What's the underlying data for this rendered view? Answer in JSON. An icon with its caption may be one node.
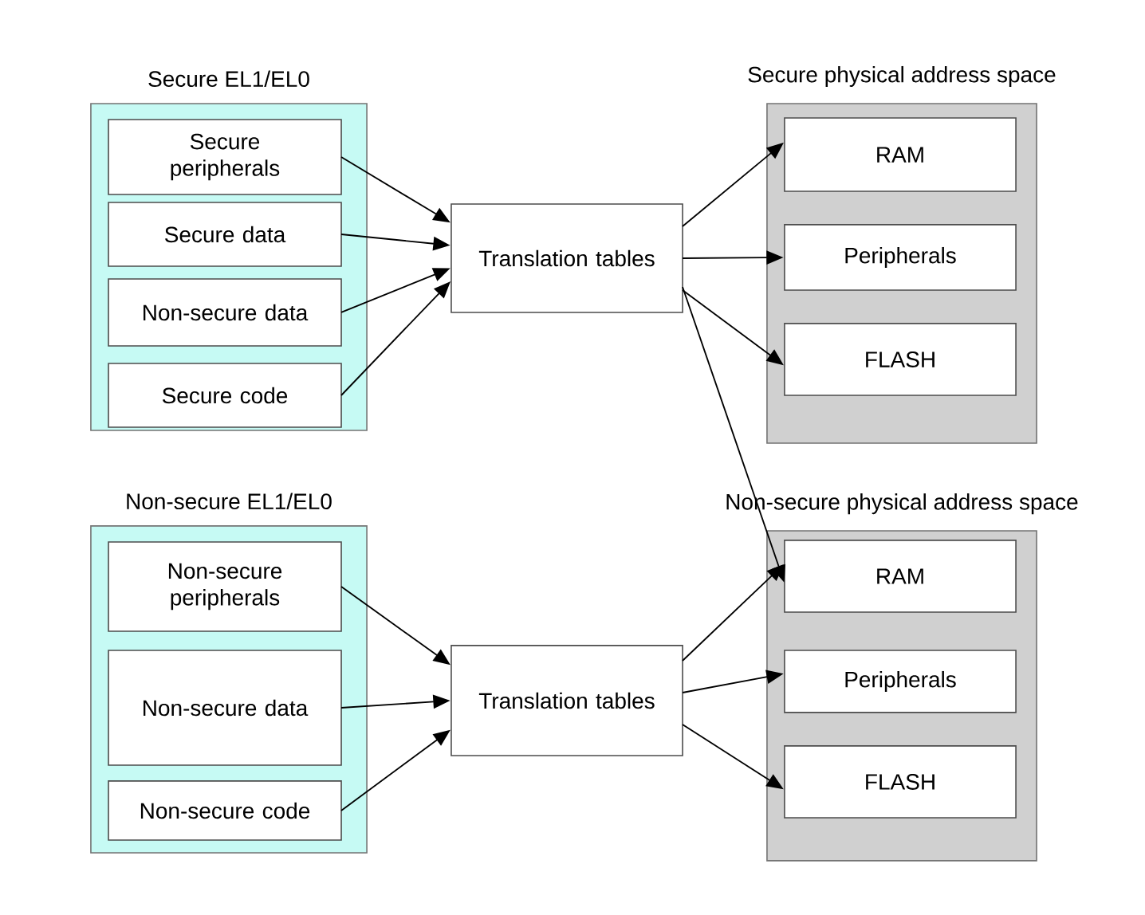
{
  "diagram": {
    "nodes": [
      {
        "text": [
          "Secure EL1/EL0"
        ]
      },
      {
        "text": [
          "Secure peripherals"
        ],
        "in": 0
      },
      {
        "text": [
          "Secure data"
        ],
        "in": 0
      },
      {
        "text": [
          "Non-secure data"
        ],
        "in": 0
      },
      {
        "text": [
          "Secure code"
        ],
        "in": 0
      },
      {
        "text": [
          "Translation tables"
        ]
      },
      {
        "text": [
          "Secure physical address space"
        ]
      },
      {
        "text": [
          "RAM"
        ],
        "in": 6
      },
      {
        "text": [
          "Peripherals"
        ],
        "in": 6
      },
      {
        "text": [
          "FLASH"
        ],
        "in": 6
      },
      {
        "text": [
          "Non-secure EL1/EL0"
        ]
      },
      {
        "text": [
          "Non-secure peripherals"
        ],
        "in": 10
      },
      {
        "text": [
          "Non-secure data"
        ],
        "in": 10
      },
      {
        "text": [
          "Non-secure code"
        ],
        "in": 10
      },
      {
        "text": [
          "Translation tables"
        ]
      },
      {
        "text": [
          "Non-secure physical address space"
        ]
      },
      {
        "text": [
          "RAM"
        ],
        "in": 15
      },
      {
        "text": [
          "Peripherals"
        ],
        "in": 15
      },
      {
        "text": [
          "FLASH"
        ],
        "in": 15
      }
    ],
    "edges": [
      {
        "from": 1,
        "to": 5,
        "arrow": "to"
      },
      {
        "from": 2,
        "to": 5,
        "arrow": "to"
      },
      {
        "from": 3,
        "to": 5,
        "arrow": "to"
      },
      {
        "from": 4,
        "to": 5,
        "arrow": "to"
      },
      {
        "from": 5,
        "to": 7,
        "arrow": "to"
      },
      {
        "from": 5,
        "to": 8,
        "arrow": "to"
      },
      {
        "from": 5,
        "to": 9,
        "arrow": "to"
      },
      {
        "from": 5,
        "to": 16,
        "arrow": "to"
      },
      {
        "from": 11,
        "to": 14,
        "arrow": "to"
      },
      {
        "from": 12,
        "to": 14,
        "arrow": "to"
      },
      {
        "from": 13,
        "to": 14,
        "arrow": "to"
      },
      {
        "from": 14,
        "to": 16,
        "arrow": "to"
      },
      {
        "from": 14,
        "to": 17,
        "arrow": "to"
      },
      {
        "from": 14,
        "to": 18,
        "arrow": "to"
      }
    ]
  }
}
